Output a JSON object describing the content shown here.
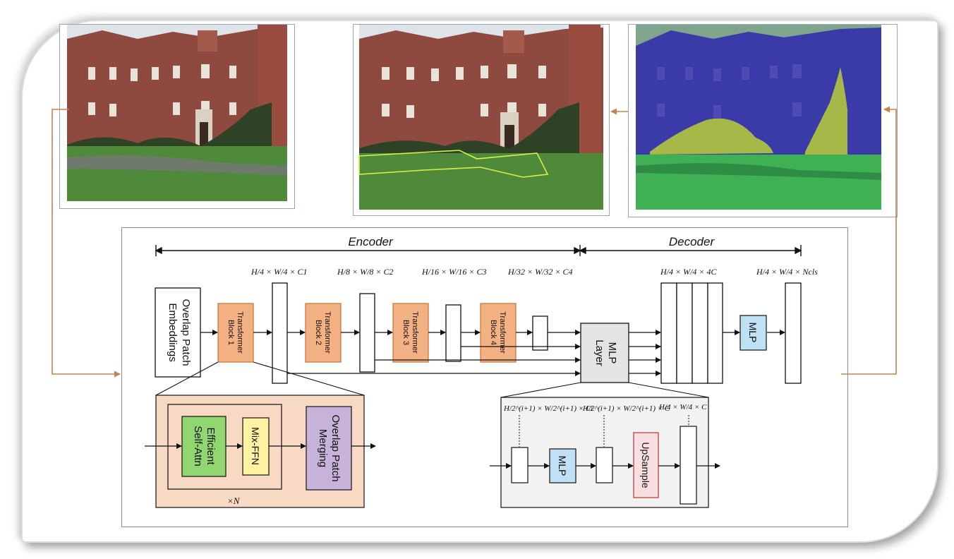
{
  "labels": {
    "encoder": "Encoder",
    "decoder": "Decoder",
    "overlap_patch_embeddings": [
      "Overlap Patch",
      "Embeddings"
    ],
    "transformer_blocks": [
      [
        "Transformer",
        "Block 1"
      ],
      [
        "Transformer",
        "Block 2"
      ],
      [
        "Transformer",
        "Block 3"
      ],
      [
        "Transformer",
        "Block 4"
      ]
    ],
    "mlp_layer": [
      "MLP",
      "Layer"
    ],
    "mlp": "MLP",
    "efficient_self_attn": [
      "Efficient",
      "Self-Attn"
    ],
    "mix_ffn": "Mix-FFN",
    "overlap_patch_merging": [
      "Overlap Patch",
      "Merging"
    ],
    "repeat_n": "×N",
    "upsample": "UpSample",
    "dims": {
      "c1": "H/4 × W/4 × C1",
      "c2": "H/8 × W/8 × C2",
      "c3": "H/16 × W/16 × C3",
      "c4": "H/32 × W/32 × C4",
      "four_c": "H/4 × W/4 × 4C",
      "ncls": "H/4 × W/4 × Ncls",
      "dec_ci": "H/2^(i+1) × W/2^(i+1) × Ci",
      "dec_c": "H/2^(i+1) × W/2^(i+1) × C",
      "dec_up": "H/4 × W/4 × C"
    }
  },
  "colors": {
    "transformer_fill": "#f4b183",
    "transformer_stroke": "#c8703a",
    "panel_fill": "#f8d9c4",
    "self_attn_fill": "#92d672",
    "mix_ffn_fill": "#fff2a0",
    "merging_fill": "#c7b3d9",
    "mlp_fill": "#bfe0f5",
    "mlp_layer_fill": "#e4e4e4",
    "upsample_fill": "#f9dfe2",
    "orange_arrow": "#c8824b",
    "sky_seg": "#7fa58f",
    "building_seg": "#3a3aa8",
    "vegetation_seg": "#a6b948",
    "grass_seg": "#3fb054"
  }
}
